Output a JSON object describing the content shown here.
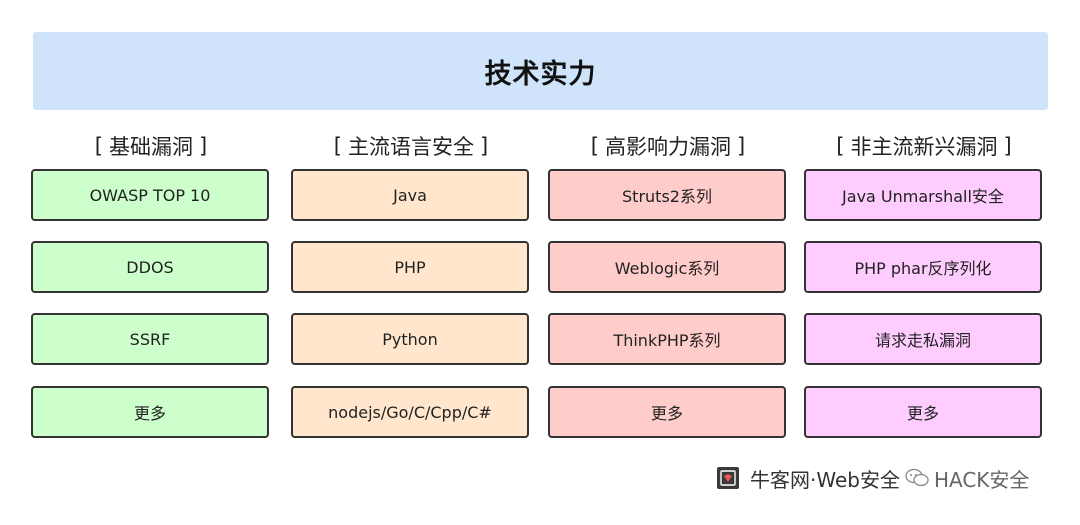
{
  "title": "技术实力",
  "columns": [
    {
      "header": "基础漏洞",
      "items": [
        "OWASP TOP 10",
        "DDOS",
        "SSRF",
        "更多"
      ]
    },
    {
      "header": "主流语言安全",
      "items": [
        "Java",
        "PHP",
        "Python",
        "nodejs/Go/C/Cpp/C#"
      ]
    },
    {
      "header": "高影响力漏洞",
      "items": [
        "Struts2系列",
        "Weblogic系列",
        "ThinkPHP系列",
        "更多"
      ]
    },
    {
      "header": "非主流新兴漏洞",
      "items": [
        "Java Unmarshall安全",
        "PHP phar反序列化",
        "请求走私漏洞",
        "更多"
      ]
    }
  ],
  "bracket_open": "[",
  "bracket_close": "]",
  "footer": {
    "source": "牛客网·Web安全",
    "overlay": "HACK安全"
  },
  "colors": {
    "title_bg": "#cfe4fb",
    "col1": "#ccffcc",
    "col2": "#ffe6cc",
    "col3": "#ffcccc",
    "col4": "#ffccff"
  }
}
